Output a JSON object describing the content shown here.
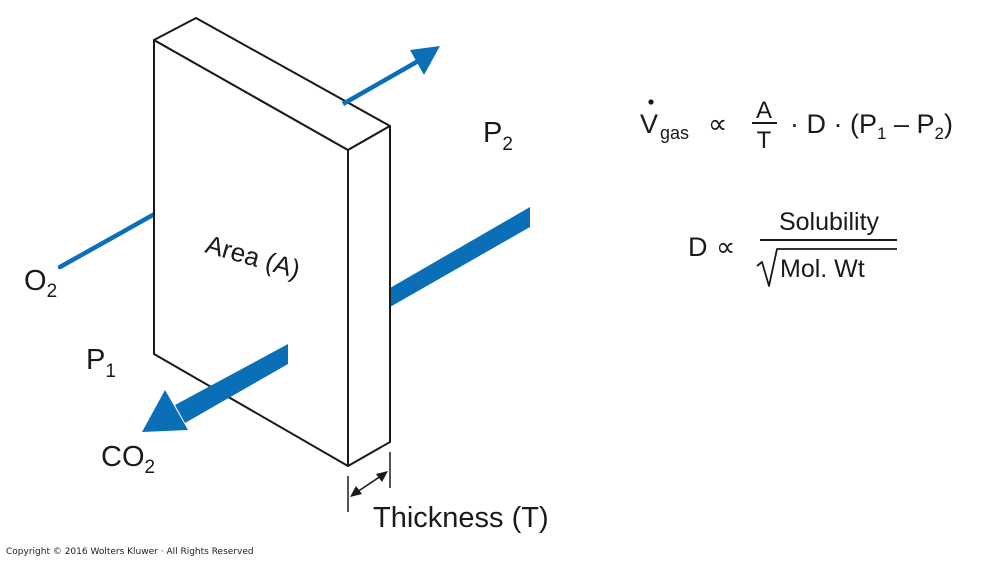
{
  "labels": {
    "o2": "O",
    "o2_sub": "2",
    "co2": "CO",
    "co2_sub": "2",
    "p1": "P",
    "p1_sub": "1",
    "p2": "P",
    "p2_sub": "2",
    "area": "Area (A)",
    "thickness": "Thickness (T)"
  },
  "equation1": {
    "v": "V",
    "v_sub": "gas",
    "prop": "∝",
    "numerator": "A",
    "denominator": "T",
    "rest_a": "· D · (P",
    "rest_sub1": "1",
    "rest_b": " – P",
    "rest_sub2": "2",
    "rest_c": ")"
  },
  "equation2": {
    "d": "D",
    "prop": "∝",
    "numerator": "Solubility",
    "denominator": "Mol. Wt"
  },
  "copyright": "Copyright © 2016 Wolters Kluwer · All Rights Reserved",
  "colors": {
    "arrow": "#0b6fb8",
    "ink": "#1a1a1a"
  }
}
